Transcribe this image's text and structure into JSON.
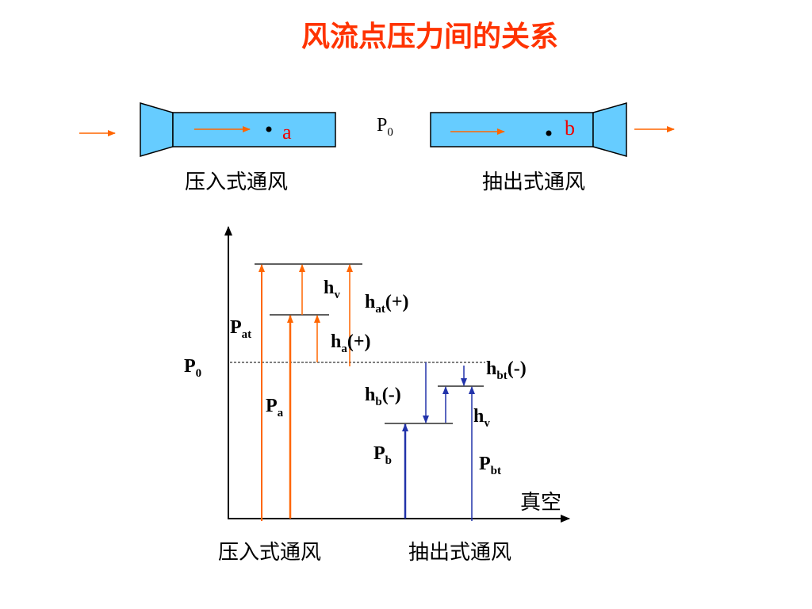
{
  "title": "风流点压力间的关系",
  "top": {
    "p0_label": "P",
    "p0_sub": "0",
    "point_a": "a",
    "point_b": "b",
    "caption_left": "压入式通风",
    "caption_right": "抽出式通风"
  },
  "graph": {
    "p0": {
      "main": "P",
      "sub": "0"
    },
    "hv_left": {
      "main": "h",
      "sub": "v"
    },
    "hat": {
      "main": "h",
      "sub": "at",
      "suffix": "(+)"
    },
    "pat": {
      "main": "P",
      "sub": "at"
    },
    "ha": {
      "main": "h",
      "sub": "a",
      "suffix": "(+)"
    },
    "pa": {
      "main": "P",
      "sub": "a"
    },
    "hbt": {
      "main": "h",
      "sub": "bt",
      "suffix": "(-)"
    },
    "hb": {
      "main": "h",
      "sub": "b",
      "suffix": "(-)"
    },
    "hv_right": {
      "main": "h",
      "sub": "v"
    },
    "pb": {
      "main": "P",
      "sub": "b"
    },
    "pbt": {
      "main": "P",
      "sub": "bt"
    },
    "vacuum": "真空",
    "caption_left": "压入式通风",
    "caption_right": "抽出式通风"
  },
  "colors": {
    "title": "#ff3300",
    "duct_fill": "#66ccff",
    "orange": "#ff6600",
    "blue": "#2233aa",
    "red_label": "#ee0000",
    "ink": "#000000"
  }
}
